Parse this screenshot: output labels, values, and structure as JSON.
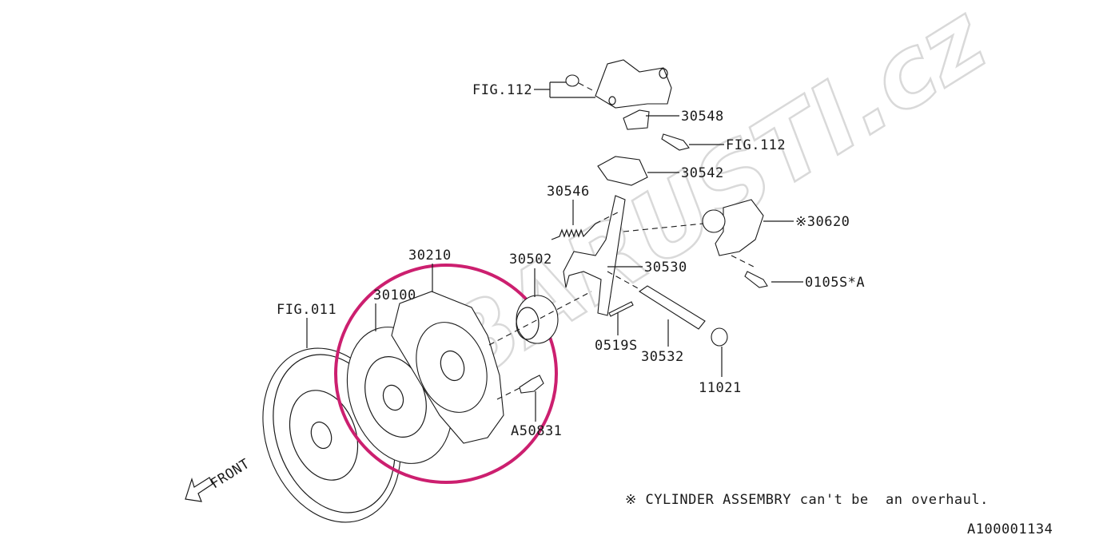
{
  "watermark": "SUBARUSTI.cz",
  "labels": {
    "fig112_a": "FIG.112",
    "p30548": "30548",
    "fig112_b": "FIG.112",
    "p30542": "30542",
    "p30546": "30546",
    "p30620": "※30620",
    "p30502": "30502",
    "p30530": "30530",
    "p0105s": "0105S*A",
    "p30210": "30210",
    "p30100": "30100",
    "fig011": "FIG.011",
    "p0519s": "0519S",
    "p30532": "30532",
    "p11021": "11021",
    "a50831": "A50831"
  },
  "front_label": "FRONT",
  "note": "※ CYLINDER ASSEMBRY can't be  an overhaul.",
  "diagram_code": "A100001134",
  "colors": {
    "highlight": "#cc1f6f",
    "line": "#1a1a1a",
    "watermark": "#d9d9d9"
  }
}
